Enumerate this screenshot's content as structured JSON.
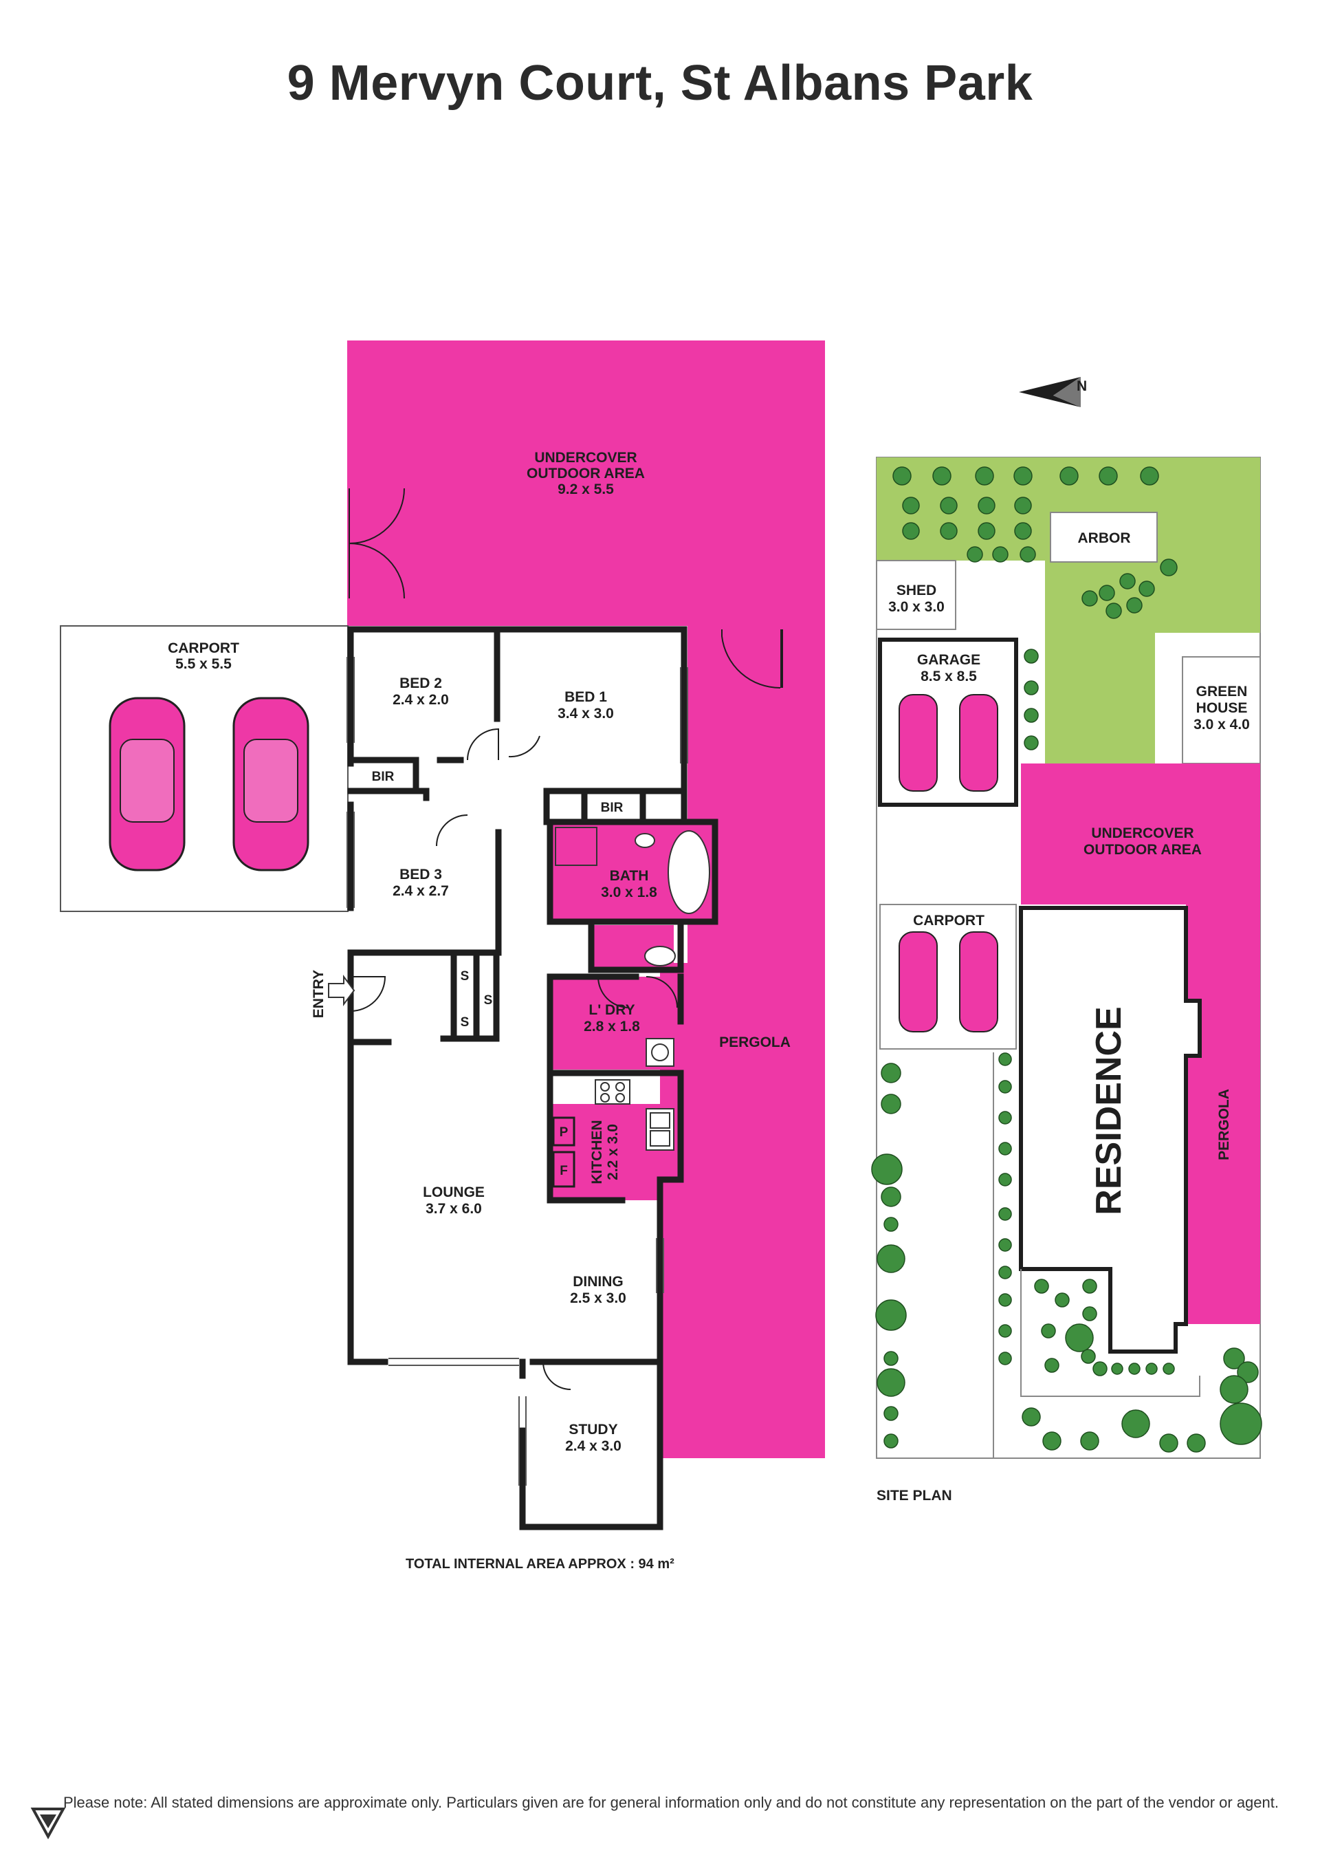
{
  "title": "9 Mervyn Court, St Albans Park",
  "colors": {
    "pink": "#EE38A6",
    "lawn": "#A7CC67",
    "wall": "#1e1e1e",
    "tree": "#3f8f3f"
  },
  "rooms": {
    "undercover1": {
      "name": "UNDERCOVER",
      "name2": "OUTDOOR AREA",
      "dims": "9.2 x 5.5"
    },
    "carport1": {
      "name": "CARPORT",
      "dims": "5.5 x 5.5"
    },
    "bed2": {
      "name": "BED 2",
      "dims": "2.4 x 2.0"
    },
    "bed1": {
      "name": "BED 1",
      "dims": "3.4 x 3.0"
    },
    "bed3": {
      "name": "BED 3",
      "dims": "2.4 x 2.7"
    },
    "bir": "BIR",
    "bath": {
      "name": "BATH",
      "dims": "3.0 x 1.8"
    },
    "laundry": {
      "name": "L' DRY",
      "dims": "2.8 x 1.8"
    },
    "kitchen": {
      "name": "KITCHEN",
      "dims": "2.2 x 3.0"
    },
    "pantry": "P",
    "fridge": "F",
    "store": "S",
    "lounge": {
      "name": "LOUNGE",
      "dims": "3.7 x 6.0"
    },
    "dining": {
      "name": "DINING",
      "dims": "2.5 x 3.0"
    },
    "study": {
      "name": "STUDY",
      "dims": "2.4 x 3.0"
    },
    "pergola": "PERGOLA",
    "entry": "ENTRY"
  },
  "site": {
    "shed": {
      "name": "SHED",
      "dims": "3.0 x 3.0"
    },
    "arbor": "ARBOR",
    "garage": {
      "name": "GARAGE",
      "dims": "8.5 x 8.5"
    },
    "greenhouse": {
      "name": "GREEN",
      "name2": "HOUSE",
      "dims": "3.0 x 4.0"
    },
    "undercover": {
      "name": "UNDERCOVER",
      "name2": "OUTDOOR AREA"
    },
    "carport": "CARPORT",
    "residence": "RESIDENCE",
    "pergola": "PERGOLA",
    "label": "SITE PLAN"
  },
  "compass": {
    "letter": "N"
  },
  "total_area": "TOTAL INTERNAL AREA APPROX : 94 m²",
  "disclaimer": "Please note: All stated dimensions are approximate only. Particulars given are for general information only and do not constitute any representation on the part of the vendor or agent."
}
